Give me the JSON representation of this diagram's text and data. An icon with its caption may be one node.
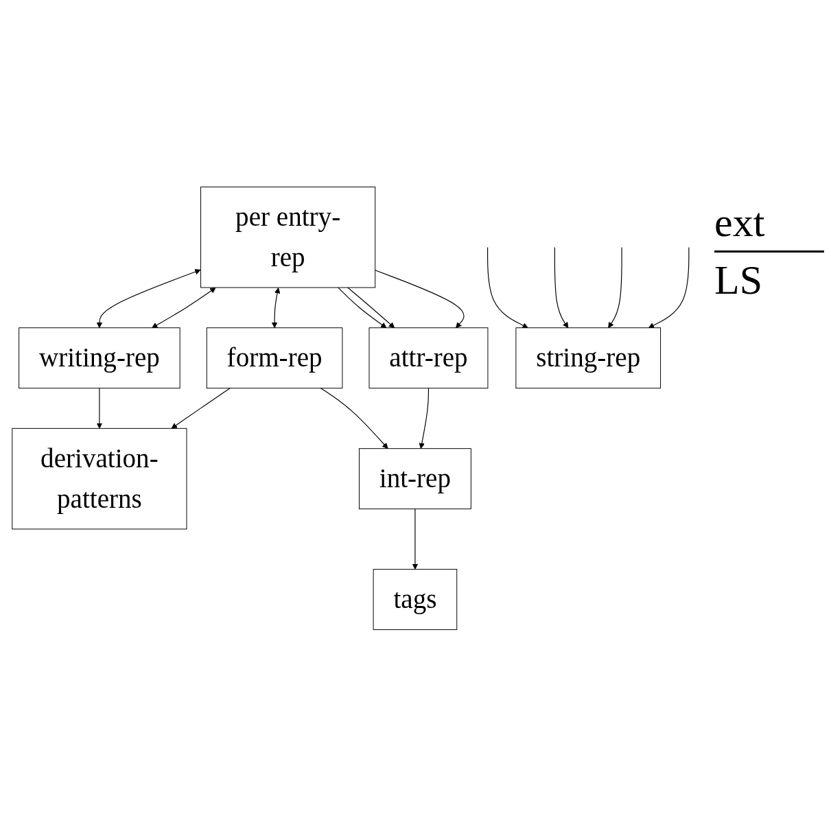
{
  "diagram": {
    "nodes": [
      {
        "text": [
          "tags"
        ]
      },
      {
        "text": [
          "derivation-patterns"
        ]
      },
      {
        "text": [
          "form-rep"
        ]
      },
      {
        "text": [
          "writing-rep"
        ]
      },
      {
        "text": [
          "per entry-rep"
        ]
      },
      {
        "text": [
          "attr-rep"
        ]
      },
      {
        "text": [
          "int-rep"
        ]
      },
      {
        "text": [
          "string-rep"
        ]
      }
    ],
    "edges": [
      {
        "from": 6,
        "to": 0,
        "arrow": "to"
      },
      {
        "from": 3,
        "to": 1,
        "arrow": "to"
      },
      {
        "from": 2,
        "to": 1,
        "arrow": "to"
      },
      {
        "from": 2,
        "to": 6,
        "arrow": "to"
      },
      {
        "from": 5,
        "to": 6,
        "arrow": "to"
      },
      {
        "from": 4,
        "to": 3,
        "arrow": "both"
      },
      {
        "from": 4,
        "to": 5,
        "arrow": "to"
      },
      {
        "from": 4,
        "to": 2,
        "arrow": "both"
      },
      {
        "from": 4,
        "to": 5,
        "arrow": "to"
      },
      {
        "from": 4,
        "to": 3,
        "arrow": "both"
      },
      {
        "from": 4,
        "to": 5,
        "arrow": "to"
      },
      {
        "from": null,
        "to": 7,
        "arrow": "to"
      },
      {
        "from": null,
        "to": 7,
        "arrow": "to"
      },
      {
        "from": null,
        "to": 7,
        "arrow": "to"
      },
      {
        "from": null,
        "to": 7,
        "arrow": "to"
      }
    ],
    "labels": [
      "ext",
      "LS"
    ]
  }
}
